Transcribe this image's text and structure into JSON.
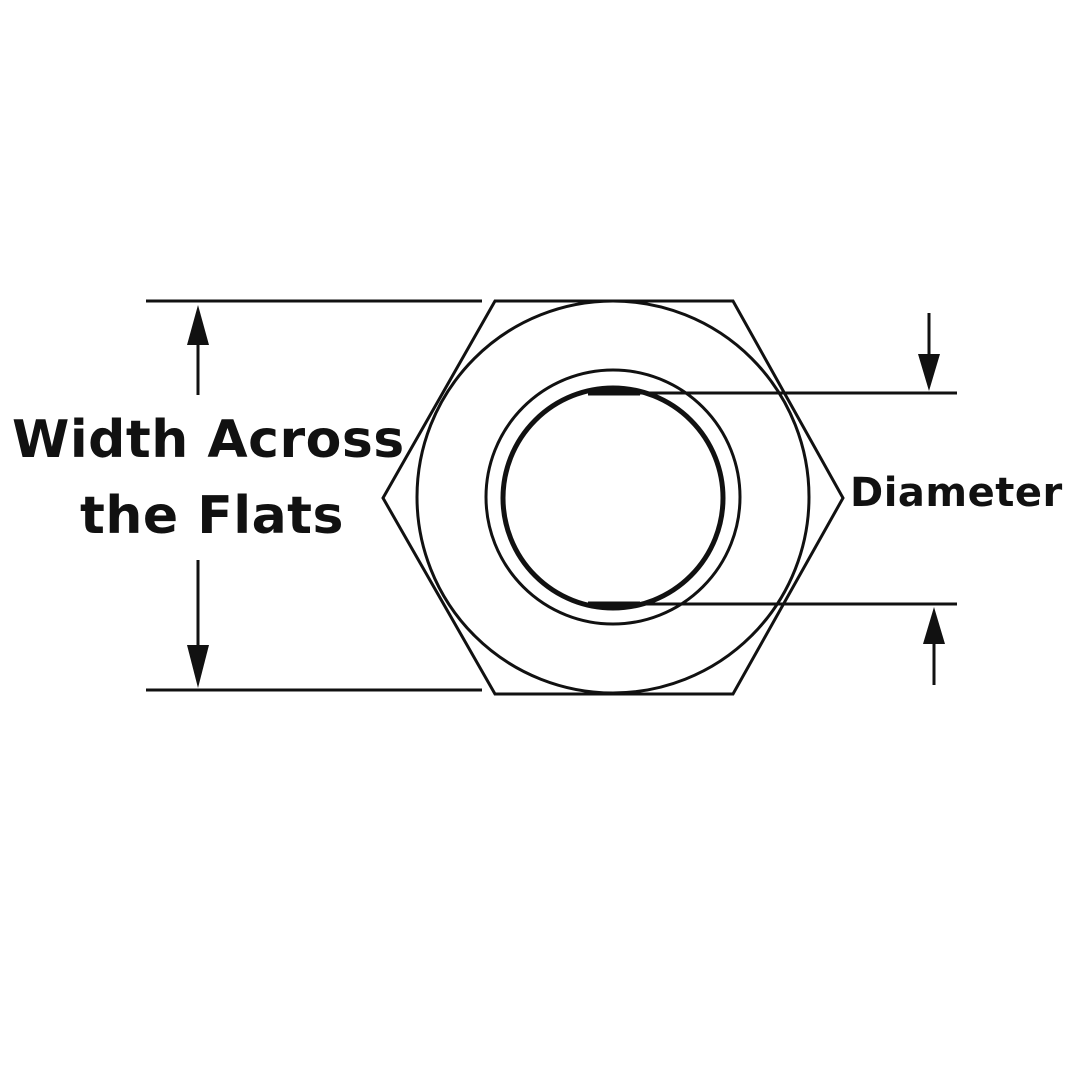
{
  "labels": {
    "width_across_flats_line1": "Width Across",
    "width_across_flats_line2": "the Flats",
    "diameter": "Diameter"
  },
  "colors": {
    "line": "#111111",
    "background": "#ffffff"
  }
}
